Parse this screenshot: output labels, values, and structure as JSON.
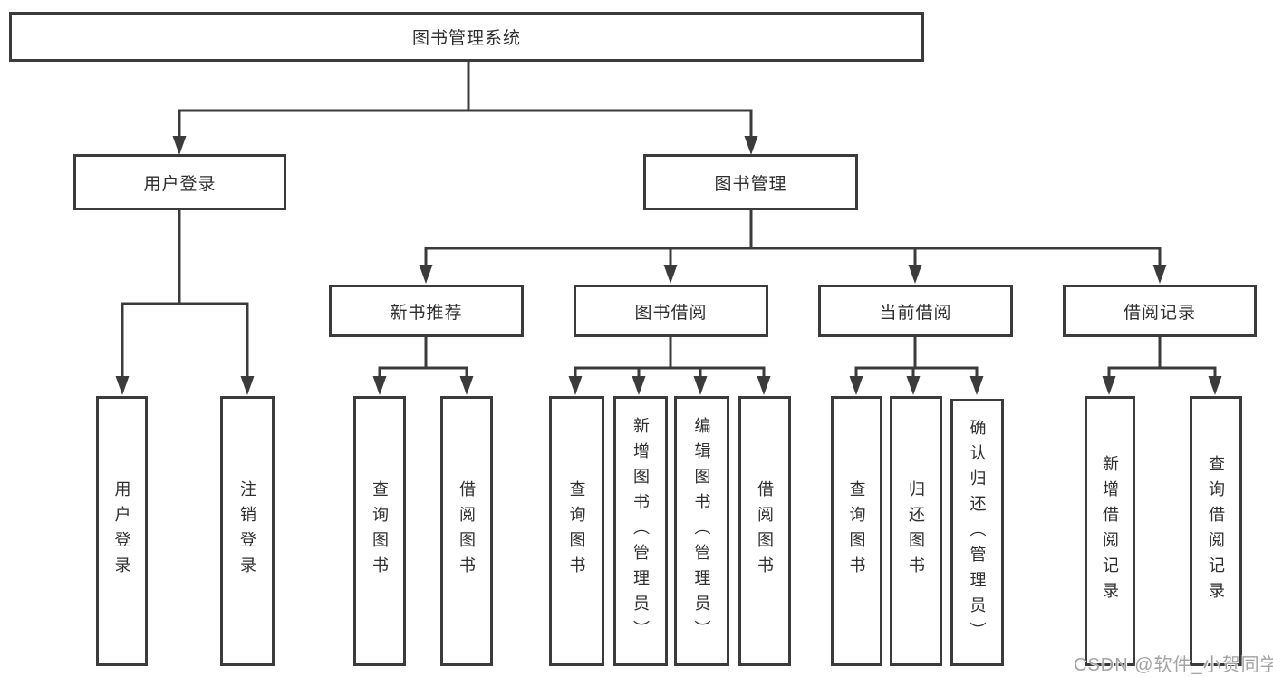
{
  "diagram": {
    "title": "图书管理系统",
    "level2": {
      "user_login": "用户登录",
      "book_mgmt": "图书管理"
    },
    "level3": {
      "new_book_rec": "新书推荐",
      "book_borrow": "图书借阅",
      "current_borrow": "当前借阅",
      "borrow_records": "借阅记录"
    },
    "leaves": {
      "user_login": [
        "用户登录",
        "注销登录"
      ],
      "new_book_rec": [
        "查询图书",
        "借阅图书"
      ],
      "book_borrow": [
        "查询图书",
        "新增图书（管理员）",
        "编辑图书（管理员）",
        "借阅图书"
      ],
      "current_borrow": [
        "查询图书",
        "归还图书",
        "确认归还（管理员）"
      ],
      "borrow_records": [
        "新增借阅记录",
        "查询借阅记录"
      ]
    }
  },
  "watermark": {
    "text": "CSDN @软件_小贺同学"
  },
  "colors": {
    "line": "#3b3b3b",
    "text": "#2f2f2f",
    "watermark": "#a3a3a3",
    "background": "#ffffff"
  }
}
